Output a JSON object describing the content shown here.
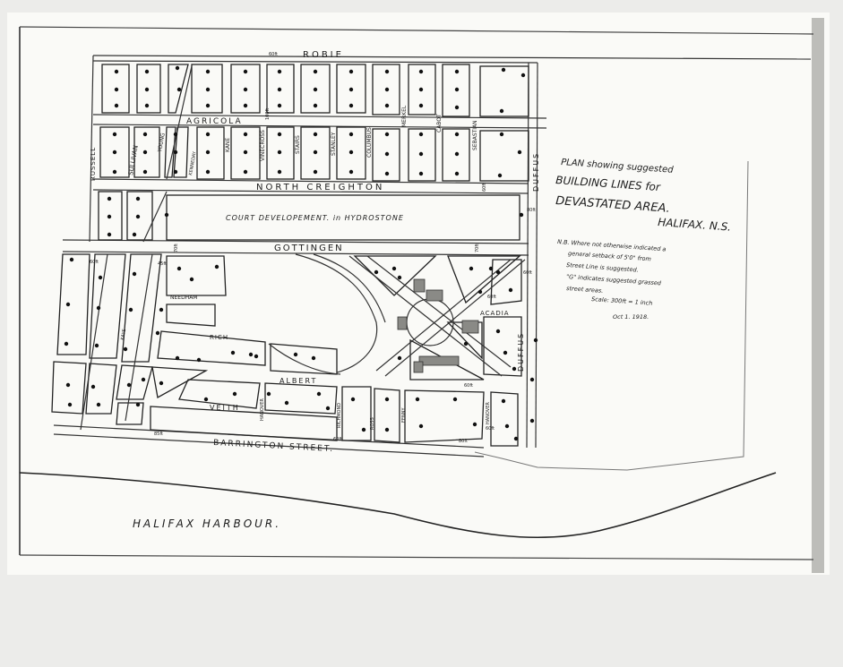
{
  "plan": {
    "title_lines": [
      "PLAN showing suggested",
      "BUILDING LINES for",
      "DEVASTATED AREA."
    ],
    "place": "HALIFAX. N.S.",
    "note_lines": [
      "N.B. Where not otherwise indicated a",
      "general setback of 5'0\" from",
      "Street Line is suggested.",
      "\"G\" indicates suggested grassed",
      "street areas.",
      "Scale: 300ft = 1 inch"
    ],
    "date": "Oct 1. 1918."
  },
  "streets": {
    "robie": "ROBIE",
    "agricola": "AGRICOLA",
    "north_creighton": "NORTH CREIGHTON",
    "gottingen": "GOTTINGEN",
    "barrington": "BARRINGTON STREET.",
    "albert": "ALBERT",
    "veith": "VEITH",
    "acadia": "ACADIA",
    "needham": "NEEDHAM",
    "duffus_upper": "DUFFUS",
    "duffus_lower": "DUFFUS",
    "russell": "RUSSELL",
    "sullivan": "SULLIVAN",
    "young": "YOUNG",
    "kenneday": "KENNEDAY",
    "kane": "KANE",
    "vinecross": "VINECROSS",
    "stairs": "STAIRS",
    "stanley": "STANLEY",
    "columbus": "COLUMBUS",
    "merkel": "MERKEL",
    "cabot": "CABOT",
    "sebastian": "SEBASTIAN",
    "hanover": "HANOVER",
    "richmond": "RICHMOND",
    "ross": "ROSS",
    "fenny": "FENNY",
    "hanover_upper": "HANOVER",
    "kaye": "KAYE",
    "rich": "RICH"
  },
  "areas": {
    "court_development": "COURT DEVELOPEMENT. in HYDROSTONE",
    "harbour": "HALIFAX HARBOUR."
  },
  "dimension_marks": {
    "m60_robie": "60ft",
    "m100_agricola": "100ft",
    "m60_creighton": "60ft",
    "m80_duffus": "80ft",
    "m70_gottingen_w": "70ft",
    "m70_gottingen_e": "70ft",
    "m60_kaye": "60ft",
    "m45_young": "45ft",
    "m60_acadia": "60ft",
    "m60_duffus_low": "60ft",
    "m80_harbour": "80ft",
    "m60_barr_e": "60ft",
    "m60_barr_r": "60ft",
    "m85_barr_w": "85ft",
    "m60_albert": "60ft"
  }
}
